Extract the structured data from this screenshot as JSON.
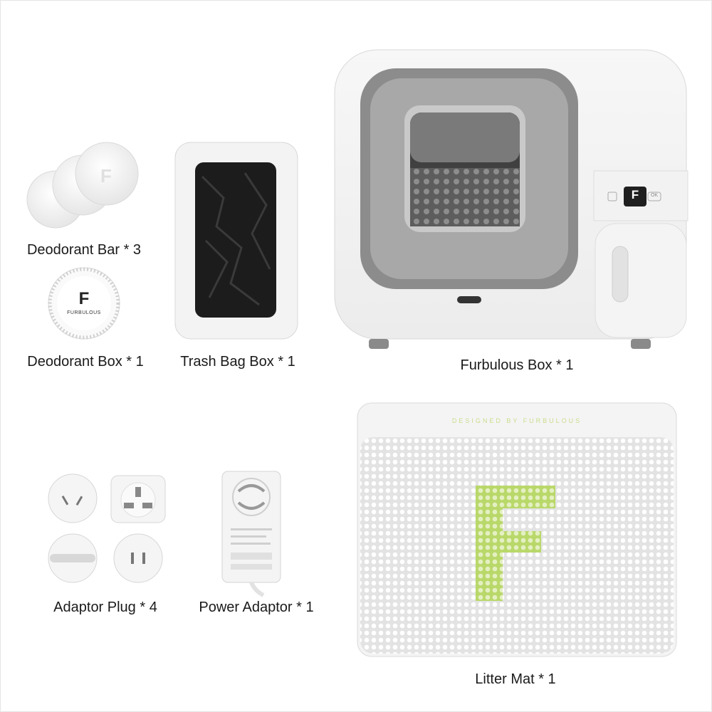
{
  "items": {
    "deodorant_bar": {
      "label": "Deodorant Bar * 3"
    },
    "deodorant_box": {
      "label": "Deodorant Box * 1",
      "logo_letter": "F",
      "logo_text": "FURBULOUS"
    },
    "trash_bag_box": {
      "label": "Trash Bag Box * 1"
    },
    "furbulous_box": {
      "label": "Furbulous Box * 1",
      "panel_letter": "F",
      "ok_text": "OK"
    },
    "adaptor_plug": {
      "label": "Adaptor Plug * 4"
    },
    "power_adaptor": {
      "label": "Power Adaptor * 1"
    },
    "litter_mat": {
      "label": "Litter Mat * 1",
      "tagline": "DESIGNED BY FURBULOUS"
    }
  },
  "colors": {
    "product_white": "#f4f4f4",
    "product_gray": "#8a8a8a",
    "accent_green": "#b9d86a",
    "bag_black": "#1c1c1c"
  }
}
